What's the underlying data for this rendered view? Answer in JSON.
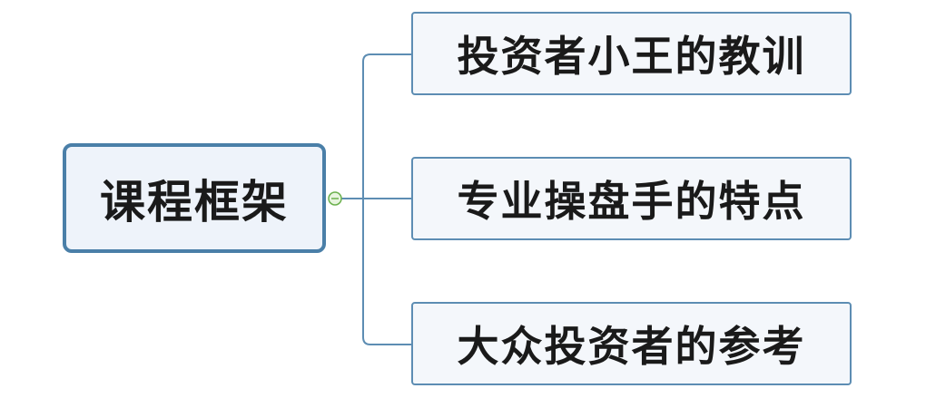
{
  "central_topic": {
    "label": "课程框架"
  },
  "subtopics": [
    {
      "label": "投资者小王的教训"
    },
    {
      "label": "专业操盘手的特点"
    },
    {
      "label": "大众投资者的参考"
    }
  ],
  "collapse_toggle": {
    "icon": "minus-icon",
    "state": "expanded"
  },
  "colors": {
    "connector": "#5d8db3",
    "central_border": "#4a7fa8",
    "toggle": "#6ab04c"
  }
}
